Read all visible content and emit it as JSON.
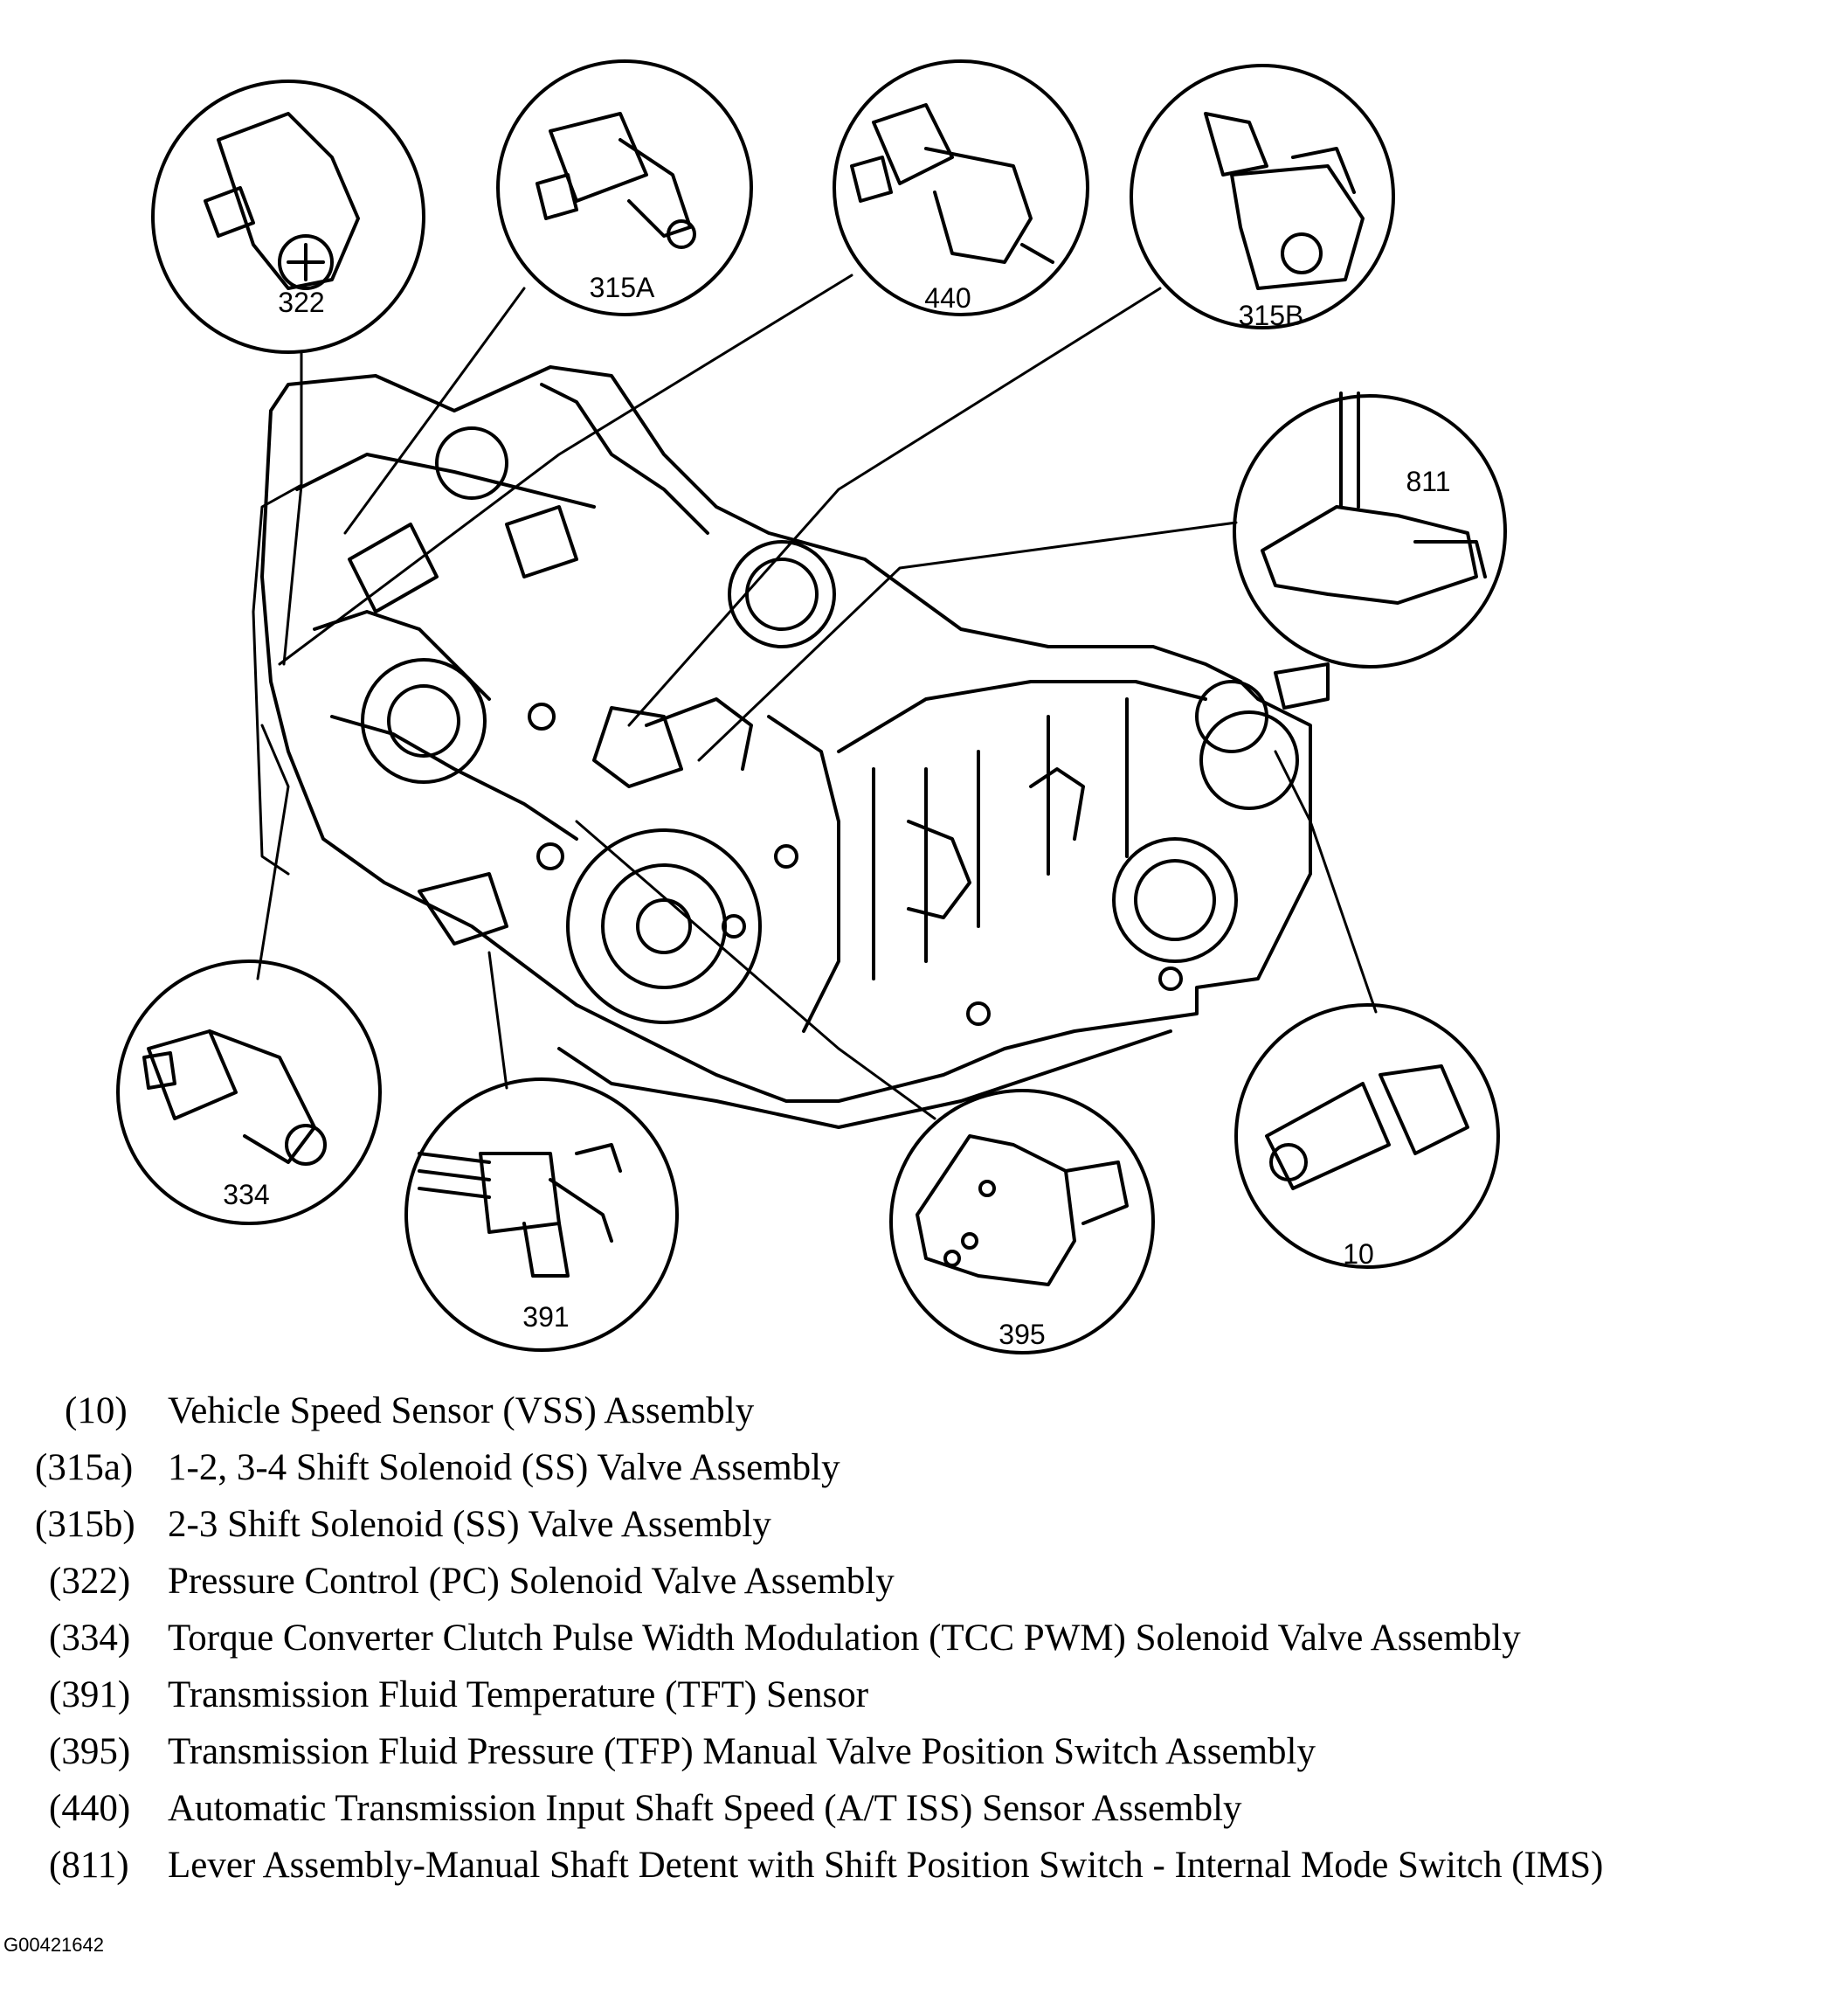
{
  "callouts": {
    "c322": "322",
    "c315a": "315A",
    "c440": "440",
    "c315b": "315B",
    "c811": "811",
    "c334": "334",
    "c391": "391",
    "c395": "395",
    "c10": "10"
  },
  "legend": [
    {
      "code": "(10)",
      "description": "Vehicle Speed Sensor (VSS) Assembly"
    },
    {
      "code": "(315a)",
      "description": "1-2, 3-4 Shift Solenoid (SS) Valve Assembly"
    },
    {
      "code": "(315b)",
      "description": "2-3 Shift Solenoid (SS) Valve Assembly"
    },
    {
      "code": "(322)",
      "description": "Pressure Control (PC) Solenoid Valve Assembly"
    },
    {
      "code": "(334)",
      "description": "Torque Converter Clutch Pulse Width Modulation (TCC PWM) Solenoid Valve Assembly"
    },
    {
      "code": "(391)",
      "description": "Transmission Fluid Temperature (TFT) Sensor"
    },
    {
      "code": "(395)",
      "description": "Transmission Fluid Pressure (TFP) Manual Valve Position Switch Assembly"
    },
    {
      "code": "(440)",
      "description": "Automatic Transmission Input Shaft Speed (A/T ISS) Sensor Assembly"
    },
    {
      "code": "(811)",
      "description": "Lever Assembly-Manual Shaft Detent with Shift Position Switch - Internal Mode Switch (IMS)"
    }
  ],
  "figure_id": "G00421642",
  "colors": {
    "ink": "#000000",
    "paper": "#ffffff"
  }
}
